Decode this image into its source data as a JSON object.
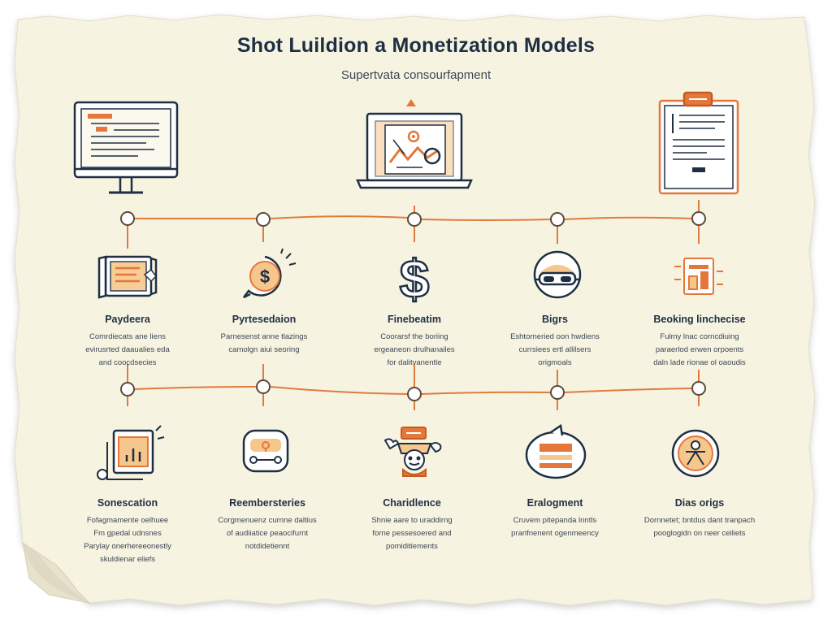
{
  "title": "Shot Luildion a Monetization Models",
  "subtitle": "Supertvata consourfapment",
  "colors": {
    "paper": "#f7f3e1",
    "ink": "#1e2f44",
    "accent": "#e6773a",
    "accent_light": "#f6c78c",
    "timeline": "#e07b3f"
  },
  "top_icons": [
    "monitor-icon",
    "laptop-chart-icon",
    "clipboard-document-icon"
  ],
  "row1": [
    {
      "icon": "book-icon",
      "title": "Paydeera",
      "lines": [
        "Comrdiecats ane liens",
        "evirusrted daaualies eda",
        "and coocdsecies"
      ]
    },
    {
      "icon": "dollar-coin-icon",
      "title": "Pyrtesedaion",
      "lines": [
        "Parnesenst anne tlazings",
        "camolgn aiui seoring"
      ]
    },
    {
      "icon": "dollar-sign-icon",
      "title": "Finebeatim",
      "lines": [
        "Coorarsf the boriing",
        "ergeaneon drulhanailes",
        "for dalitvanentle"
      ]
    },
    {
      "icon": "vr-headset-icon",
      "title": "Bigrs",
      "lines": [
        "Eshtorneried oon hwdiens",
        "currsiees ertl allilsers",
        "origmoals"
      ]
    },
    {
      "icon": "chart-document-icon",
      "title": "Beoking linchecise",
      "lines": [
        "Fulmy lnac corncdiuing",
        "paraerlod erwen orpoents",
        "daln lade rionae ol oaoudis"
      ]
    }
  ],
  "row2": [
    {
      "icon": "bar-chart-window-icon",
      "title": "Sonescation",
      "lines": [
        "Fofagmamente oelhuee",
        "Fm gpedal udnsnes",
        "Parylay onerhereeonestly",
        "skuldienar eliefs"
      ]
    },
    {
      "icon": "gamepad-icon",
      "title": "Reembersteries",
      "lines": [
        "Corgmenuenz curnne daltius",
        "of audiiatice peaocifurnt",
        "notdidetiennt"
      ]
    },
    {
      "icon": "character-icon",
      "title": "Charidlence",
      "lines": [
        "Shnie aare to uraddirng",
        "forne pessesoered and",
        "pomiditiements"
      ]
    },
    {
      "icon": "ticket-message-icon",
      "title": "Eralogment",
      "lines": [
        "Cruvem pitepanda lnntls",
        "prarifnenent ogenmeency"
      ]
    },
    {
      "icon": "reward-badge-icon",
      "title": "Dias origs",
      "lines": [
        "Dornnetet; bntdus dant tranpach",
        "pooglogidn on neer ceiliets"
      ]
    }
  ]
}
